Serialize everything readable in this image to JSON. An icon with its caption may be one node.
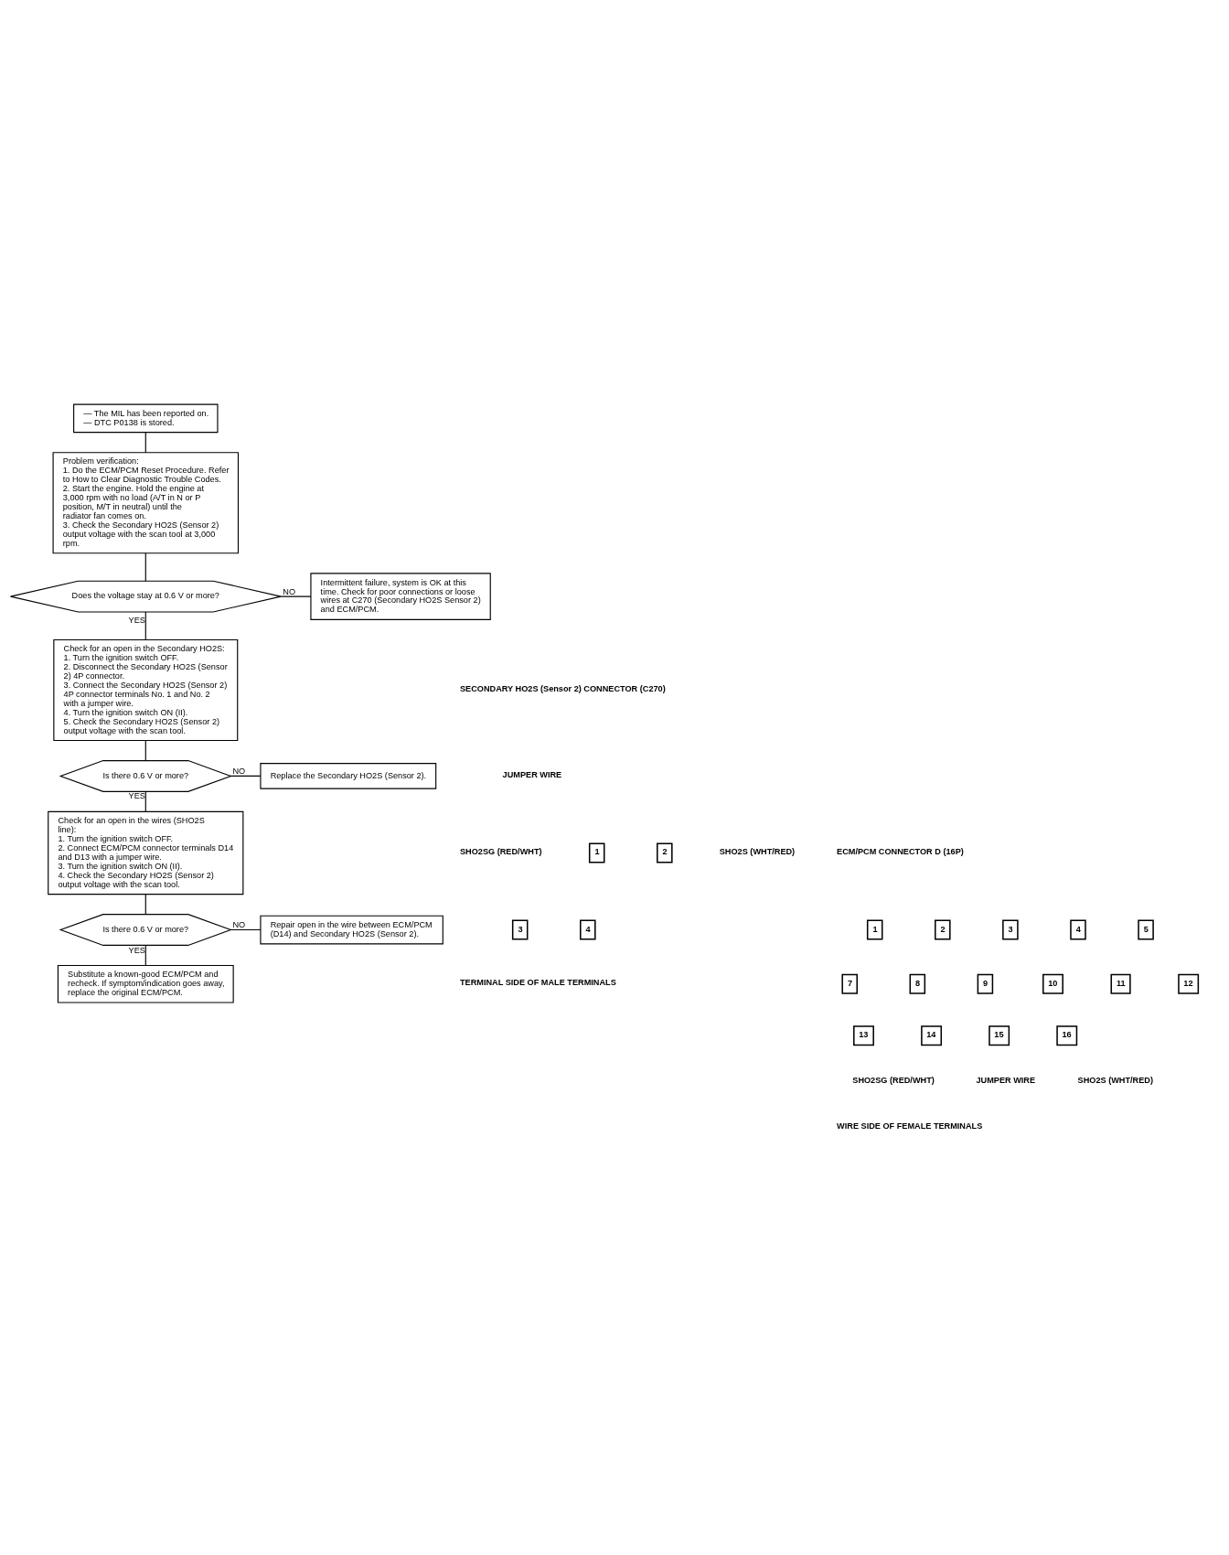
{
  "diagram": {
    "nodes": [
      {
        "text": [
          "— The MIL has been reported on.",
          "— DTC P0138 is stored."
        ]
      },
      {
        "text": [
          "Problem verification:",
          "1. Do the ECM/PCM Reset Procedure. Refer to How to Clear Diagnostic Trouble Codes.",
          "2. Start the engine. Hold the engine at 3,000 rpm with no load (A/T in N or P position, M/T in neutral) until the radiator fan comes on.",
          "3. Check the Secondary HO2S (Sensor 2) output voltage with the scan tool at 3,000 rpm."
        ]
      },
      {
        "text": [
          "Does the voltage stay at 0.6 V or more?"
        ]
      },
      {
        "text": [
          "Intermittent failure, system is OK at this time. Check for poor connections or loose wires at C270 (Secondary HO2S Sensor 2) and ECM/PCM."
        ]
      },
      {
        "text": [
          "Check for an open in the Secondary HO2S:",
          "1. Turn the ignition switch OFF.",
          "2. Disconnect the Secondary HO2S (Sensor 2) 4P connector.",
          "3. Connect the Secondary HO2S (Sensor 2) 4P connector terminals No. 1 and No. 2 with a jumper wire.",
          "4. Turn the ignition switch ON (II).",
          "5. Check the Secondary HO2S (Sensor 2) output voltage with the scan tool."
        ]
      },
      {
        "text": [
          "Is there 0.6 V or more?"
        ]
      },
      {
        "text": [
          "Replace the Secondary HO2S (Sensor 2)."
        ]
      },
      {
        "text": [
          "Check for an open in the wires (SHO2S line):",
          "1. Turn the ignition switch OFF.",
          "2. Connect ECM/PCM connector terminals D14 and D13 with a jumper wire.",
          "3. Turn the ignition switch ON (II).",
          "4. Check the Secondary HO2S (Sensor 2) output voltage with the scan tool."
        ]
      },
      {
        "text": [
          "Is there 0.6 V or more?"
        ]
      },
      {
        "text": [
          "Repair open in the wire between ECM/PCM (D14) and Secondary HO2S (Sensor 2)."
        ]
      },
      {
        "text": [
          "Substitute a known-good ECM/PCM and recheck. If symptom/indication goes away, replace the original ECM/PCM."
        ]
      }
    ],
    "edges": [
      {
        "from": 0,
        "to": 1,
        "arrow": "none"
      },
      {
        "from": 1,
        "to": 2,
        "arrow": "none"
      },
      {
        "from": 2,
        "to": 3,
        "arrow": "none",
        "label": "NO"
      },
      {
        "from": 2,
        "to": 4,
        "arrow": "none",
        "label": "YES"
      },
      {
        "from": 4,
        "to": 5,
        "arrow": "none"
      },
      {
        "from": 5,
        "to": 6,
        "arrow": "none",
        "label": "NO"
      },
      {
        "from": 5,
        "to": 7,
        "arrow": "none",
        "label": "YES"
      },
      {
        "from": 7,
        "to": 8,
        "arrow": "none"
      },
      {
        "from": 8,
        "to": 9,
        "arrow": "none",
        "label": "NO"
      },
      {
        "from": 8,
        "to": 10,
        "arrow": "none",
        "label": "YES"
      }
    ],
    "labels": [
      "SECONDARY HO2S (Sensor 2) CONNECTOR (C270)",
      "JUMPER WIRE",
      "SHO2SG (RED/WHT)",
      "1",
      "2",
      "SHO2S (WHT/RED)",
      "3",
      "4",
      "TERMINAL SIDE OF MALE TERMINALS",
      "ECM/PCM CONNECTOR D (16P)",
      "1",
      "2",
      "3",
      "4",
      "5",
      "7",
      "8",
      "9",
      "10",
      "11",
      "12",
      "13",
      "14",
      "15",
      "16",
      "SHO2SG (RED/WHT)",
      "SHO2S (WHT/RED)",
      "JUMPER WIRE",
      "WIRE SIDE OF FEMALE TERMINALS"
    ]
  }
}
